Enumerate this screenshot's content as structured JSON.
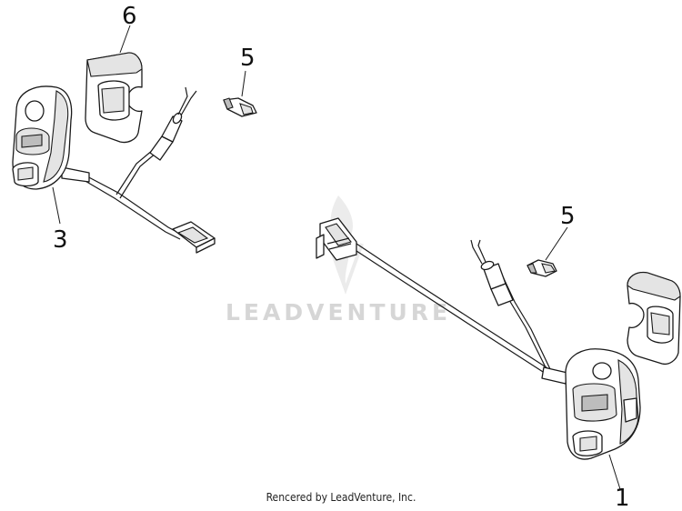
{
  "diagram": {
    "callouts": [
      "6",
      "5",
      "3",
      "5",
      "1"
    ],
    "watermark": "LEADVENTURE",
    "credit": "Rencered by LeadVenture, Inc."
  },
  "colors": {
    "line": "#1a1a1a",
    "watermark": "#d6d6d6",
    "shade": "#e4e4e4"
  }
}
